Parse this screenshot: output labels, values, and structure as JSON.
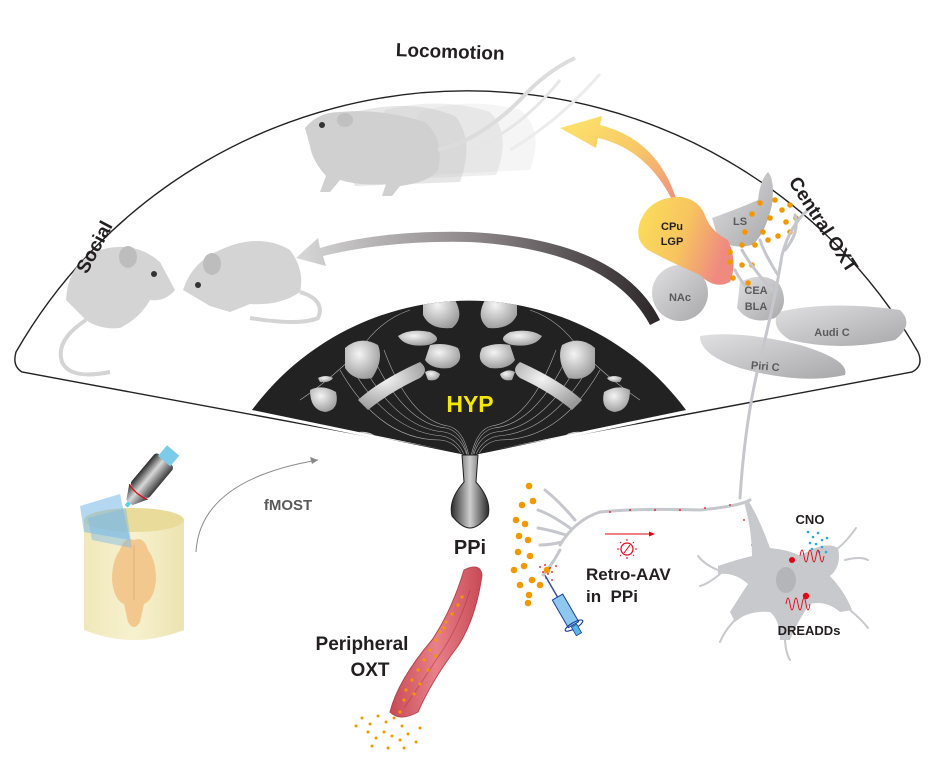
{
  "figure": {
    "description": "Oxytocin (OXT) neuron projection schematic: hypothalamic OXT neurons projecting centrally and peripherally",
    "behaviors": {
      "social": "Social",
      "locomotion": "Locomotion"
    },
    "central": {
      "title": "Central OXT",
      "regions": [
        {
          "id": "cpu-lgp",
          "line1": "CPu",
          "line2": "LGP"
        },
        {
          "id": "ls",
          "line1": "LS"
        },
        {
          "id": "nac",
          "line1": "NAc"
        },
        {
          "id": "cea-bla",
          "line1": "CEA",
          "line2": "BLA"
        },
        {
          "id": "audi-c",
          "line1": "Audi C"
        },
        {
          "id": "piri-c",
          "line1": "Piri C"
        }
      ]
    },
    "hypothalamus": {
      "label": "HYP"
    },
    "pituitary": {
      "label": "PPi"
    },
    "peripheral": {
      "line1": "Peripheral",
      "line2": "OXT"
    },
    "imaging": {
      "label": "fMOST"
    },
    "tracing": {
      "line1": "Retro-AAV",
      "line2": "in  PPi"
    },
    "chemogenetics": {
      "ligand": "CNO",
      "receptor": "DREADDs"
    },
    "colors": {
      "fan_dark": "#222222",
      "oxt_dot": "#f39800",
      "cpu_yellow": "#fbe05a",
      "cpu_pink": "#ef8a80",
      "region_gray": "#b8b8ba",
      "hyp_label": "#f5e800",
      "vessel": "#d9646c",
      "cno_blue": "#29a6e6",
      "dreadd_red": "#e60012",
      "syringe_blue": "#5ab4e6",
      "neuron_gray": "#c8c9cc"
    }
  }
}
